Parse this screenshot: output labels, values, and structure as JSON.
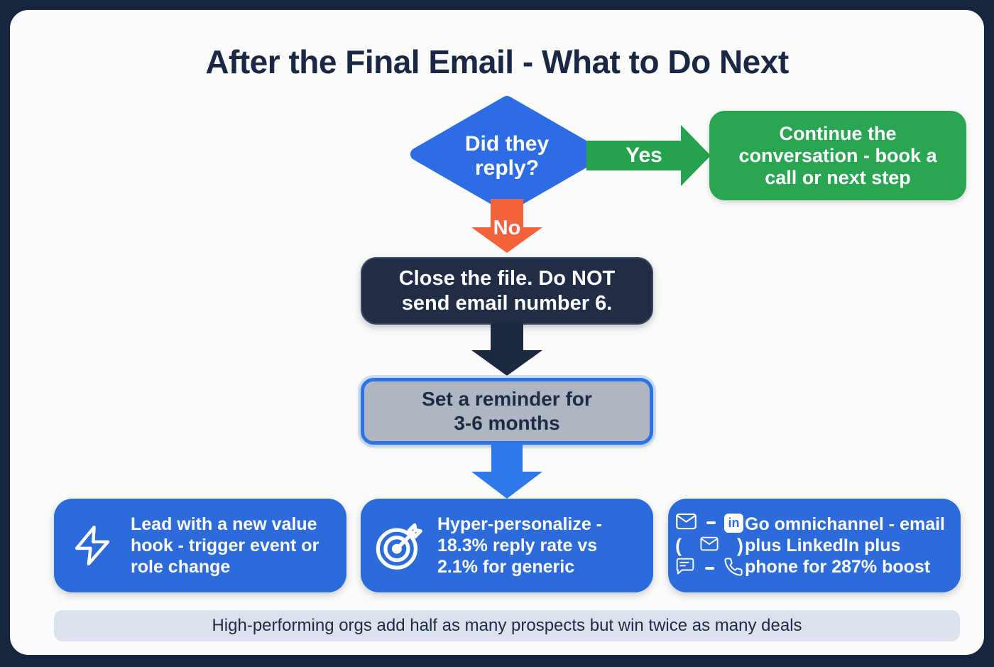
{
  "title": "After the Final Email - What to Do Next",
  "flowchart": {
    "decision": "Did they\nreply?",
    "yes_label": "Yes",
    "no_label": "No",
    "continue_box": "Continue the\nconversation - book a\ncall or next step",
    "close_box": "Close the file. Do NOT\nsend email number 6.",
    "reminder_box": "Set a reminder for\n3-6 months"
  },
  "tips": {
    "lead": "Lead with a new value\nhook - trigger event or\nrole change",
    "personalize": "Hyper-personalize -\n18.3% reply rate vs\n2.1% for generic",
    "omnichannel": "Go omnichannel - email\nplus LinkedIn plus\nphone for 287% boost"
  },
  "icons": {
    "linkedin_label": "in"
  },
  "footer": "High-performing orgs add half as many prospects but win twice as many deals",
  "colors": {
    "background": "#16243d",
    "card": "#fbfbf9",
    "title_text": "#1b2845",
    "diamond_blue": "#2d6ce3",
    "green": "#2aa653",
    "orange": "#f2633c",
    "navy_box": "#202d44",
    "gray_box": "#aeb6c3",
    "reminder_border": "#2d73e2",
    "blue_arrow": "#2d79e9",
    "tip_blue": "#2c6bd9",
    "footer_bar": "#dbe2ee"
  }
}
